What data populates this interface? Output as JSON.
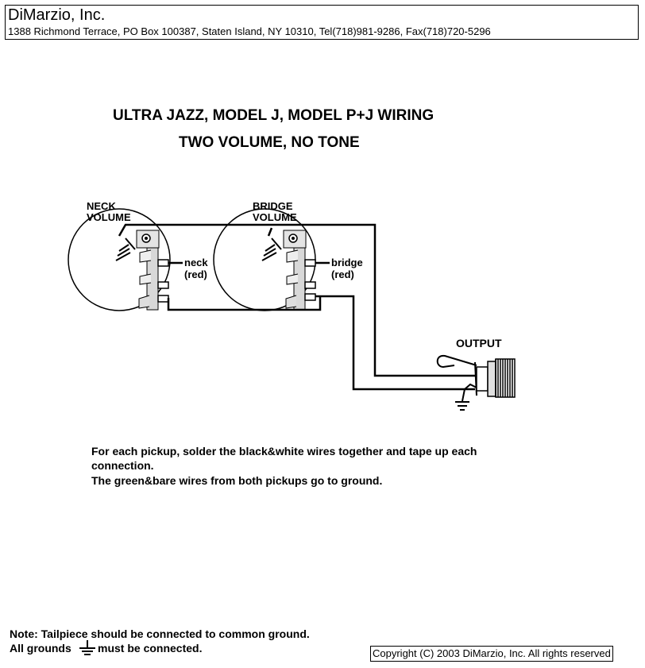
{
  "header": {
    "company": "DiMarzio, Inc.",
    "address": "1388 Richmond Terrace, PO Box 100387, Staten Island, NY 10310, Tel(718)981-9286, Fax(718)720-5296"
  },
  "title": {
    "line1": "ULTRA JAZZ, MODEL J, MODEL P+J WIRING",
    "line2": "TWO VOLUME, NO TONE"
  },
  "labels": {
    "neck_volume_1": "NECK",
    "neck_volume_2": "VOLUME",
    "bridge_volume_1": "BRIDGE",
    "bridge_volume_2": "VOLUME",
    "neck_wire_1": "neck",
    "neck_wire_2": "(red)",
    "bridge_wire_1": "bridge",
    "bridge_wire_2": "(red)",
    "output": "OUTPUT"
  },
  "instructions": [
    "For each pickup, solder the black&white wires together and tape up each",
    "connection.",
    "The green&bare wires from both pickups go to ground."
  ],
  "notes": {
    "line1": "Note: Tailpiece should be connected to common ground.",
    "line2_before": "All grounds",
    "line2_after": "must be connected."
  },
  "copyright": "Copyright (C) 2003 DiMarzio, Inc. All rights reserved"
}
